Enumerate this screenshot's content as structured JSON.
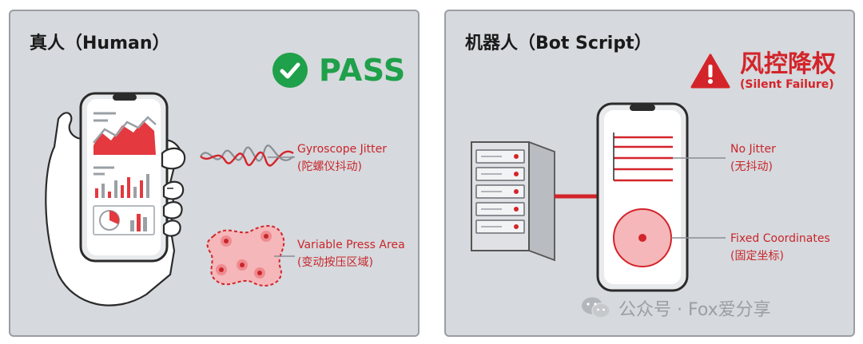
{
  "human": {
    "title": "真人（Human）",
    "status_label": "PASS",
    "gyro_label": "Gyroscope Jitter",
    "gyro_label_cn": "(陀螺仪抖动)",
    "press_label": "Variable Press Area",
    "press_label_cn": "(变动按压区域)"
  },
  "bot": {
    "title": "机器人（Bot Script）",
    "status_label": "风控降权",
    "status_sub": "(Silent Failure)",
    "jitter_label": "No Jitter",
    "jitter_label_cn": "(无抖动)",
    "coords_label": "Fixed Coordinates",
    "coords_label_cn": "(固定坐标)"
  },
  "watermark": {
    "text": "公众号 · Fox爱分享"
  },
  "colors": {
    "accent_red": "#d3242a",
    "pass_green": "#1fa04a",
    "panel_bg": "#d6d9dd"
  },
  "icons": {
    "pass": "check-circle-icon",
    "warning": "warning-triangle-icon",
    "server": "server-rack-icon",
    "phone": "smartphone-icon",
    "hand": "hand-icon",
    "wave": "sine-wave-icon",
    "touch": "touch-blob-icon",
    "target": "target-circle-icon",
    "wechat": "wechat-icon"
  }
}
